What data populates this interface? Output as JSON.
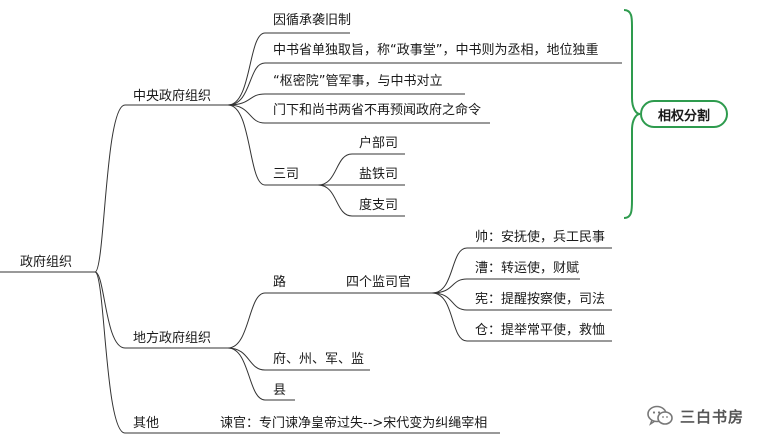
{
  "root": "政府组织",
  "central": {
    "label": "中央政府组织",
    "items": [
      "因循承袭旧制",
      "中书省单独取旨，称“政事堂”，中书则为丞相，地位独重",
      "“枢密院”管军事，与中书对立",
      "门下和尚书两省不再预闻政府之命令"
    ],
    "sansi": {
      "label": "三司",
      "items": [
        "户部司",
        "盐铁司",
        "度支司"
      ]
    },
    "summary": "相权分割"
  },
  "local": {
    "label": "地方政府组织",
    "lu": {
      "label": "路",
      "jiansi": {
        "label": "四个监司官",
        "items": [
          "帅：安抚使，兵工民事",
          "漕：转运使，财赋",
          "宪：提醒按察使，司法",
          "仓：提举常平使，救恤"
        ]
      }
    },
    "fu": "府、州、军、监",
    "xian": "县"
  },
  "other": {
    "label": "其他",
    "item": "谏官：专门谏净皇帝过失-->宋代变为纠绳宰相"
  },
  "watermark": "三白书房",
  "colors": {
    "line": "#333333",
    "brace": "#2e9b4e"
  }
}
